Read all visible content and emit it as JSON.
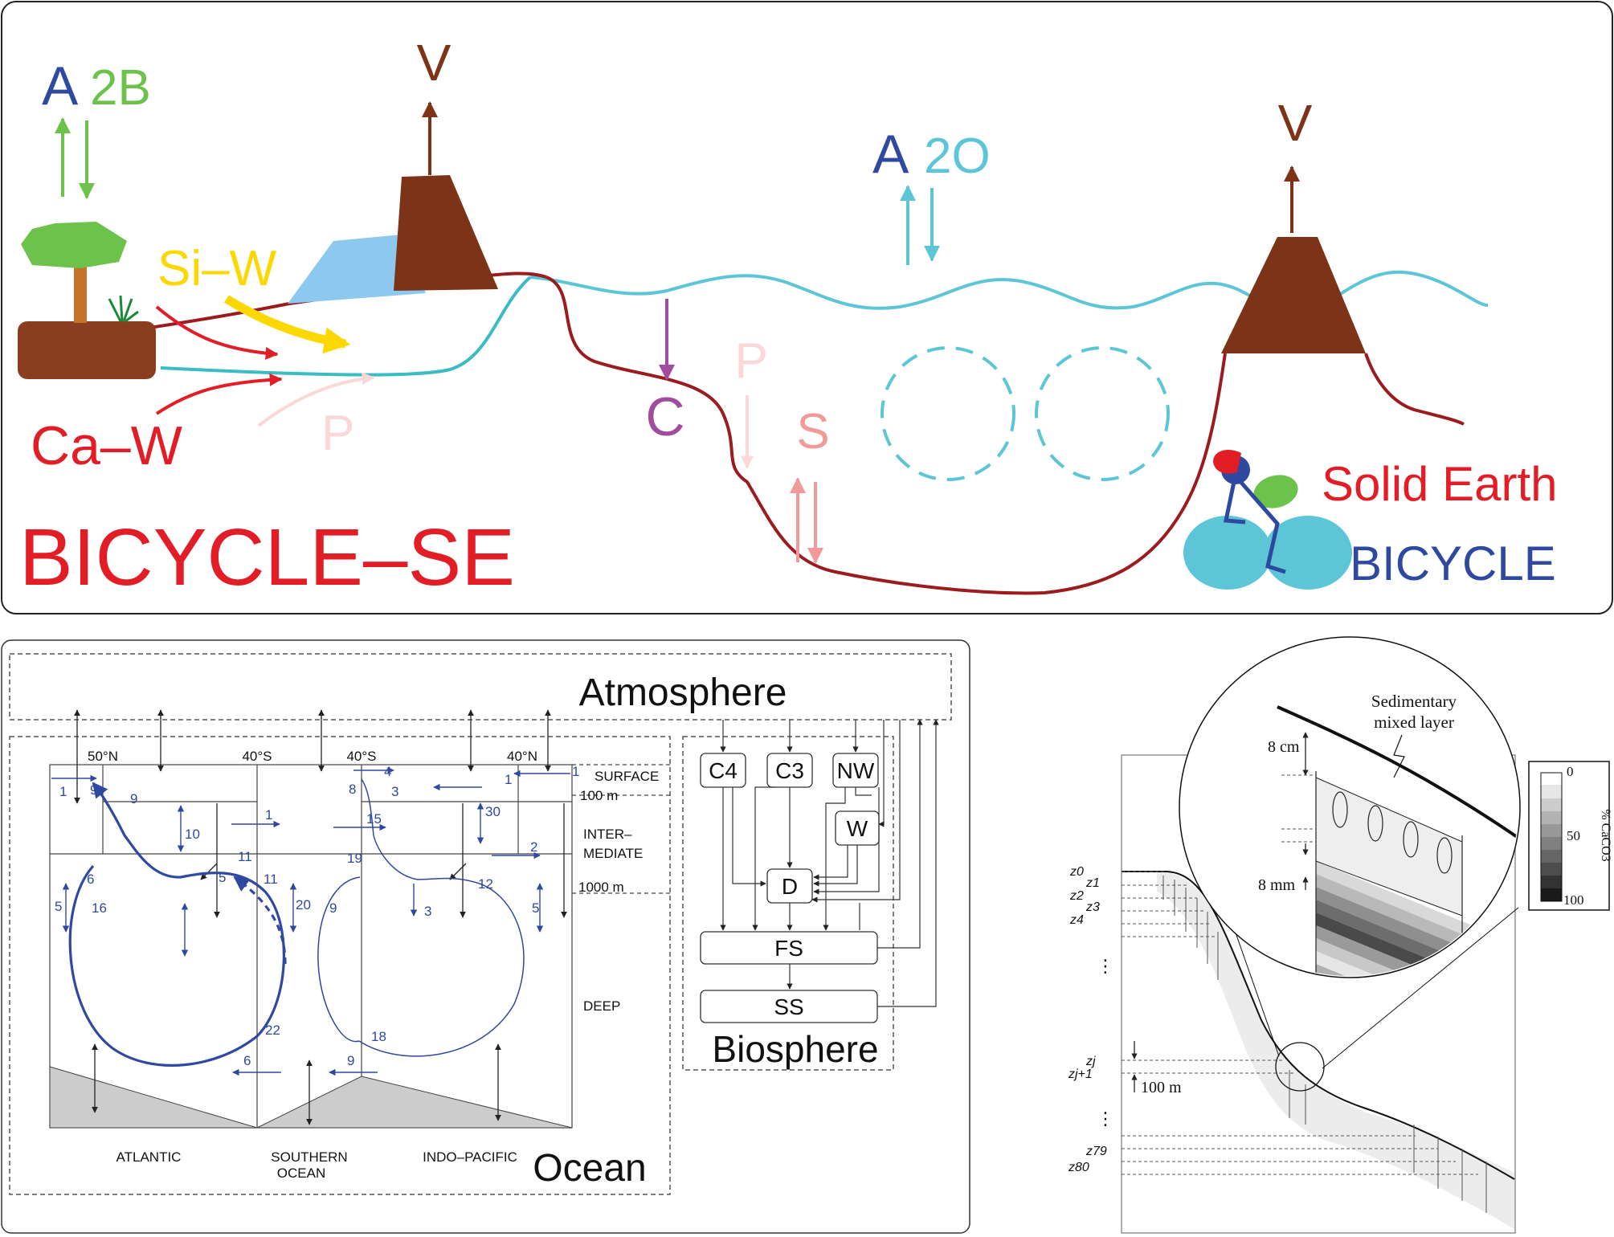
{
  "top_panel": {
    "title": "BICYCLE–SE",
    "exchange_land": {
      "a": "A",
      "b": "2B"
    },
    "exchange_ocean": {
      "a": "A",
      "b": "2O"
    },
    "volcano_label": "V",
    "si_weathering": "Si–W",
    "ca_weathering": "Ca–W",
    "phosphorus": "P",
    "carbon": "C",
    "sediment": "S",
    "logo_line1": "Solid Earth",
    "logo_line2": "BICYCLE",
    "colors": {
      "red": "#e21d25",
      "blue": "#2f48a0",
      "green": "#6cc24a",
      "teal": "#5cc6d6",
      "brown": "#7d3317",
      "yellow": "#fcd800",
      "purple": "#a14c9e",
      "pink": "#f29a9a"
    }
  },
  "model_panel": {
    "atmosphere": "Atmosphere",
    "ocean": "Ocean",
    "biosphere": "Biosphere",
    "boxes": [
      "C4",
      "C3",
      "NW",
      "W",
      "D",
      "FS",
      "SS"
    ],
    "latitudes": [
      "50°N",
      "40°S",
      "40°S",
      "40°N"
    ],
    "layers": [
      "SURFACE",
      "100 m",
      "INTER–",
      "MEDIATE",
      "1000 m",
      "DEEP"
    ],
    "basins": [
      "ATLANTIC",
      "SOUTHERN",
      "OCEAN",
      "INDO–PACIFIC"
    ],
    "flux_labels": [
      "1",
      "9",
      "9",
      "10",
      "1",
      "11",
      "6",
      "16",
      "5",
      "5",
      "11",
      "20",
      "22",
      "6",
      "1",
      "4",
      "8",
      "3",
      "1",
      "30",
      "15",
      "19",
      "9",
      "3",
      "2",
      "12",
      "5",
      "18",
      "9"
    ]
  },
  "sediment_panel": {
    "mixed_layer": [
      "Sedimentary",
      "mixed layer"
    ],
    "depth_8cm": "8 cm",
    "depth_8mm": "8 mm",
    "depth_100m": "100 m",
    "scale_ticks": [
      "0",
      "50",
      "100"
    ],
    "scale_label": "% CaCO3",
    "z_labels": [
      "z0",
      "z1",
      "z2",
      "z3",
      "z4",
      "zj",
      "zj+1",
      "z79",
      "z80"
    ],
    "ellipsis": "⋮"
  }
}
